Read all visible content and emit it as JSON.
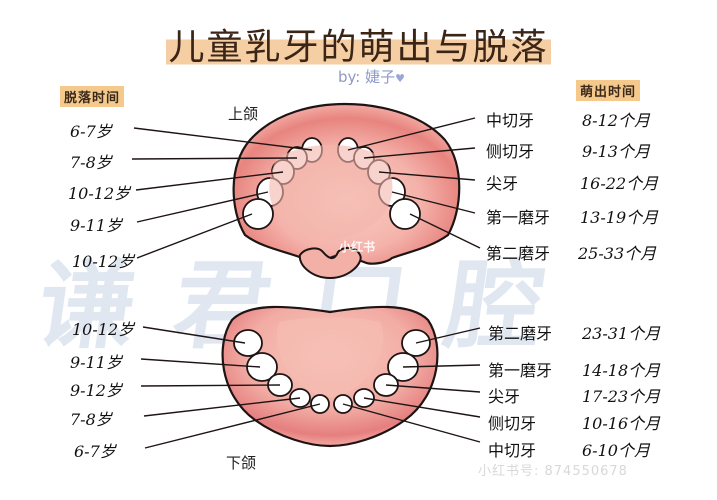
{
  "title": "儿童乳牙的萌出与脱落",
  "byline": {
    "prefix": "by:",
    "author": "婕子",
    "heart": "♥"
  },
  "background_watermark": "谦君口腔",
  "center_watermark": "小红书",
  "footer_watermark": "小红书号: 874550678",
  "colors": {
    "title_highlight": "#f5cfa3",
    "header_highlight": "#f5c98c",
    "gum": "#f2a6a2",
    "gum_dark": "#e57f7f",
    "palate": "#f7c2b8",
    "tooth": "#ffffff",
    "outline": "#1e1414",
    "watermark": "#c9d4e6"
  },
  "headers": {
    "shedding": "脱落时间",
    "eruption": "萌出时间"
  },
  "upper_jaw": {
    "label": "上颌",
    "shedding": [
      "6-7岁",
      "7-8岁",
      "10-12岁",
      "9-11岁",
      "10-12岁"
    ],
    "teeth": [
      "中切牙",
      "侧切牙",
      "尖牙",
      "第一磨牙",
      "第二磨牙"
    ],
    "eruption": [
      "8-12个月",
      "9-13个月",
      "16-22个月",
      "13-19个月",
      "25-33个月"
    ]
  },
  "lower_jaw": {
    "label": "下颌",
    "shedding": [
      "10-12岁",
      "9-11岁",
      "9-12岁",
      "7-8岁",
      "6-7岁"
    ],
    "teeth": [
      "第二磨牙",
      "第一磨牙",
      "尖牙",
      "侧切牙",
      "中切牙"
    ],
    "eruption": [
      "23-31个月",
      "14-18个月",
      "17-23个月",
      "10-16个月",
      "6-10个月"
    ]
  }
}
